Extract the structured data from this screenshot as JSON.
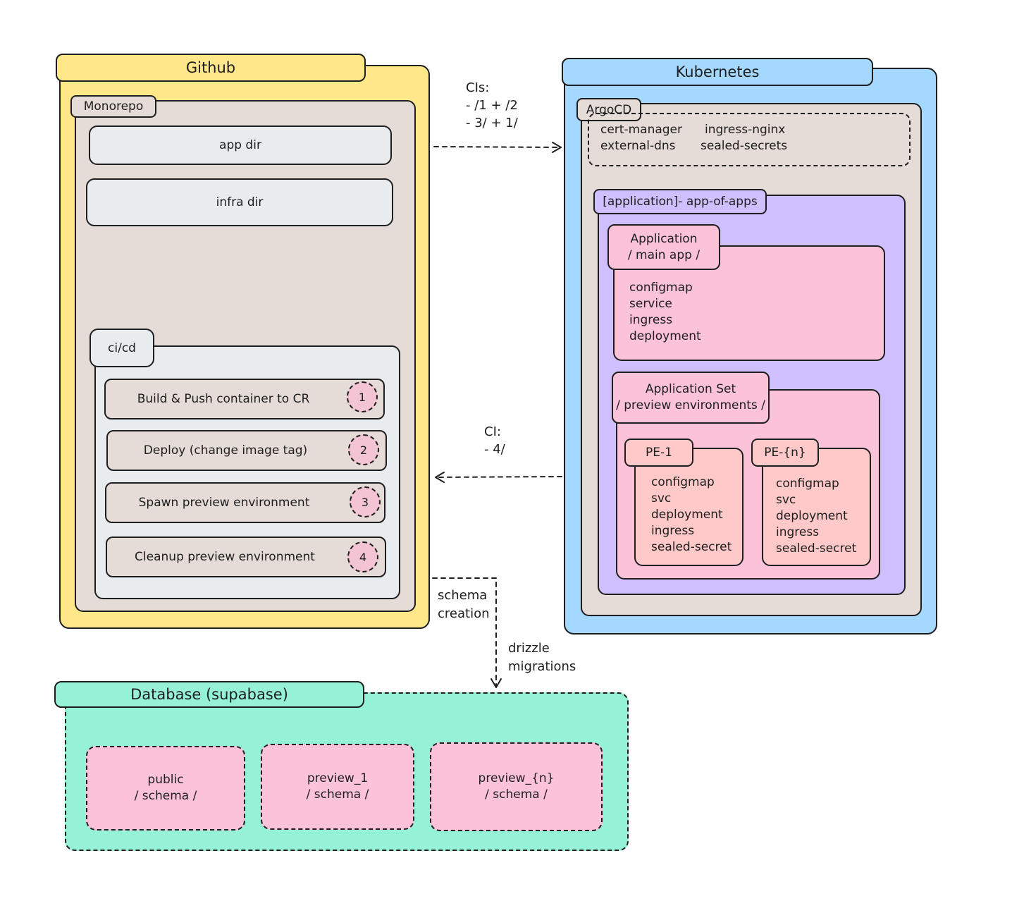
{
  "github": {
    "title": "Github",
    "monorepo": {
      "label": "Monorepo",
      "app_dir": "app dir",
      "infra_dir": "infra dir",
      "cicd": {
        "label": "ci/cd",
        "steps": [
          {
            "text": "Build & Push container to CR",
            "num": "1"
          },
          {
            "text": "Deploy (change image tag)",
            "num": "2"
          },
          {
            "text": "Spawn preview environment",
            "num": "3"
          },
          {
            "text": "Cleanup preview environment",
            "num": "4"
          }
        ]
      }
    }
  },
  "kubernetes": {
    "title": "Kubernetes",
    "argocd": {
      "label": "ArgoCD",
      "addons": [
        "cert-manager",
        "external-dns",
        "ingress-nginx",
        "sealed-secrets"
      ]
    },
    "app_of_apps": {
      "label": "[application]- app-of-apps",
      "main_app": {
        "title": "Application\n/ main app /",
        "resources": "configmap\nservice\ningress\ndeployment"
      },
      "appset": {
        "title": "Application Set\n/ preview environments /",
        "pe1": {
          "label": "PE-1",
          "resources": "configmap\nsvc\ndeployment\ningress\nsealed-secret"
        },
        "pen": {
          "label": "PE-{n}",
          "resources": "configmap\nsvc\ndeployment\ningress\nsealed-secret"
        }
      }
    }
  },
  "arrows": {
    "cis_label": "CIs:\n- /1 + /2\n- 3/ + 1/",
    "ci_label": "CI:\n- 4/",
    "schema_label": "schema\ncreation",
    "drizzle_label": "drizzle\nmigrations"
  },
  "database": {
    "title": "Database (supabase)",
    "schemas": [
      "public\n/ schema /",
      "preview_1\n/ schema /",
      "preview_{n}\n/ schema /"
    ]
  },
  "colors": {
    "github": "#ffe78a",
    "kubernetes": "#a5d8ff",
    "database": "#96f2d7",
    "beige": "#e6dcd7",
    "purple": "#d0bfff",
    "pink": "#fbc2d8",
    "salmon": "#ffc9c9"
  }
}
